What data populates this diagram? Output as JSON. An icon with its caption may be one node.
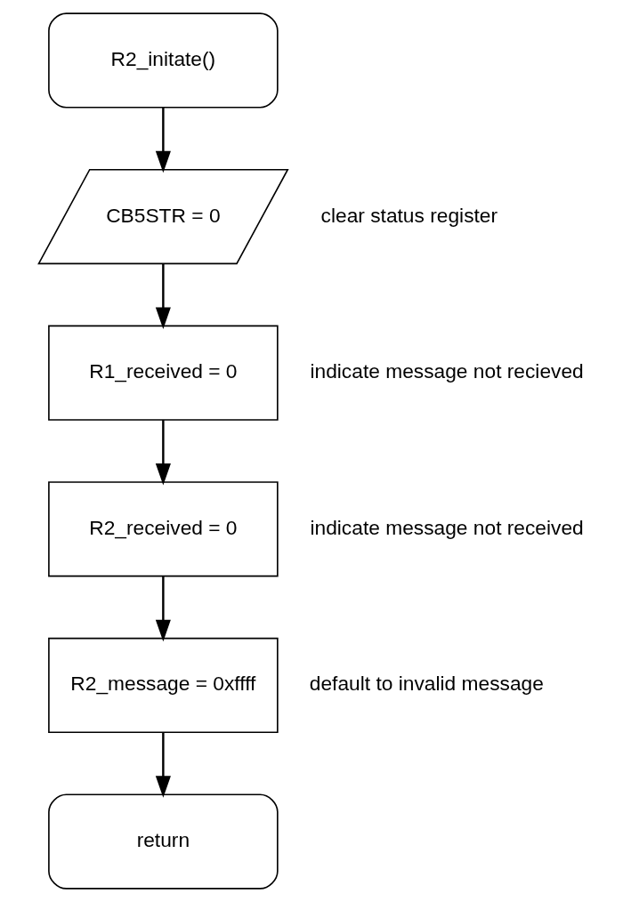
{
  "diagram": {
    "nodes": [
      {
        "text": [
          "R2_initate()"
        ]
      },
      {
        "text": [
          "CB5STR = 0"
        ],
        "beside": [
          "clear status register"
        ]
      },
      {
        "text": [
          "R1_received = 0"
        ],
        "beside": [
          "indicate message not recieved"
        ]
      },
      {
        "text": [
          "R2_received = 0"
        ],
        "beside": [
          "indicate message not received"
        ]
      },
      {
        "text": [
          "R2_message = 0xffff"
        ],
        "beside": [
          "default to invalid message"
        ]
      },
      {
        "text": [
          "return"
        ]
      }
    ],
    "edges": [
      {
        "from": 0,
        "to": 1,
        "arrow": "to"
      },
      {
        "from": 1,
        "to": 2,
        "arrow": "to"
      },
      {
        "from": 2,
        "to": 3,
        "arrow": "to"
      },
      {
        "from": 3,
        "to": 4,
        "arrow": "to"
      },
      {
        "from": 4,
        "to": 5,
        "arrow": "to"
      }
    ]
  }
}
